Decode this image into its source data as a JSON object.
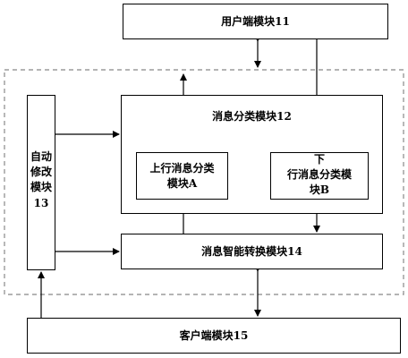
{
  "modules": {
    "user": {
      "label": "用户端模块11"
    },
    "client": {
      "label": "客户端模块15"
    },
    "classify": {
      "label": "消息分类模块12"
    },
    "upstream": {
      "line1": "上行消息分类",
      "line2": "模块A"
    },
    "downstream": {
      "line1": "下",
      "line2": "行消息分类模",
      "line3": "块B"
    },
    "convert": {
      "label": "消息智能转换模块14"
    },
    "auto_modify": {
      "line1": "自动",
      "line2": "修改",
      "line3": "模块",
      "line4": "13"
    }
  },
  "colors": {
    "stroke": "#000000",
    "dashed_border": "#888888",
    "background": "#ffffff"
  }
}
